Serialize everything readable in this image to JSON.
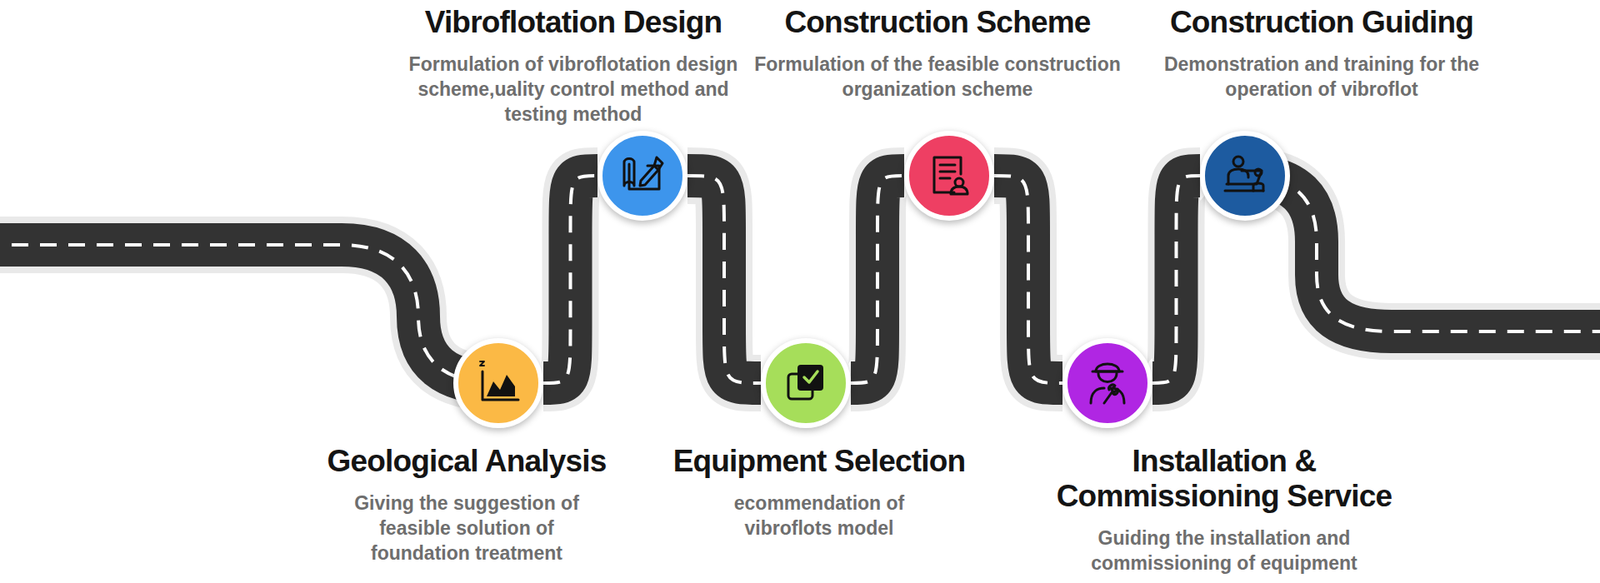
{
  "diagram": {
    "nodes": [
      {
        "text": [
          "Geological Analysis",
          "Giving the suggestion of feasible solution of foundation treatment"
        ]
      },
      {
        "text": [
          "Vibroflotation Design",
          "Formulation of vibroflotation design scheme,uality control method and testing method"
        ]
      },
      {
        "text": [
          "Equipment Selection",
          "ecommendation of vibroflots model"
        ]
      },
      {
        "text": [
          "Construction Scheme",
          "Formulation of the feasible construction organization scheme"
        ]
      },
      {
        "text": [
          "Installation & Commissioning Service",
          "Guiding the installation and commissioning of equipment"
        ]
      },
      {
        "text": [
          "Construction Guiding",
          "Demonstration and training for the operation of vibroflot"
        ]
      }
    ],
    "edges": [
      {
        "from": 0,
        "to": 1,
        "arrow": "none"
      },
      {
        "from": 1,
        "to": 2,
        "arrow": "none"
      },
      {
        "from": 2,
        "to": 3,
        "arrow": "none"
      },
      {
        "from": 3,
        "to": 4,
        "arrow": "none"
      },
      {
        "from": 4,
        "to": 5,
        "arrow": "none"
      }
    ]
  }
}
